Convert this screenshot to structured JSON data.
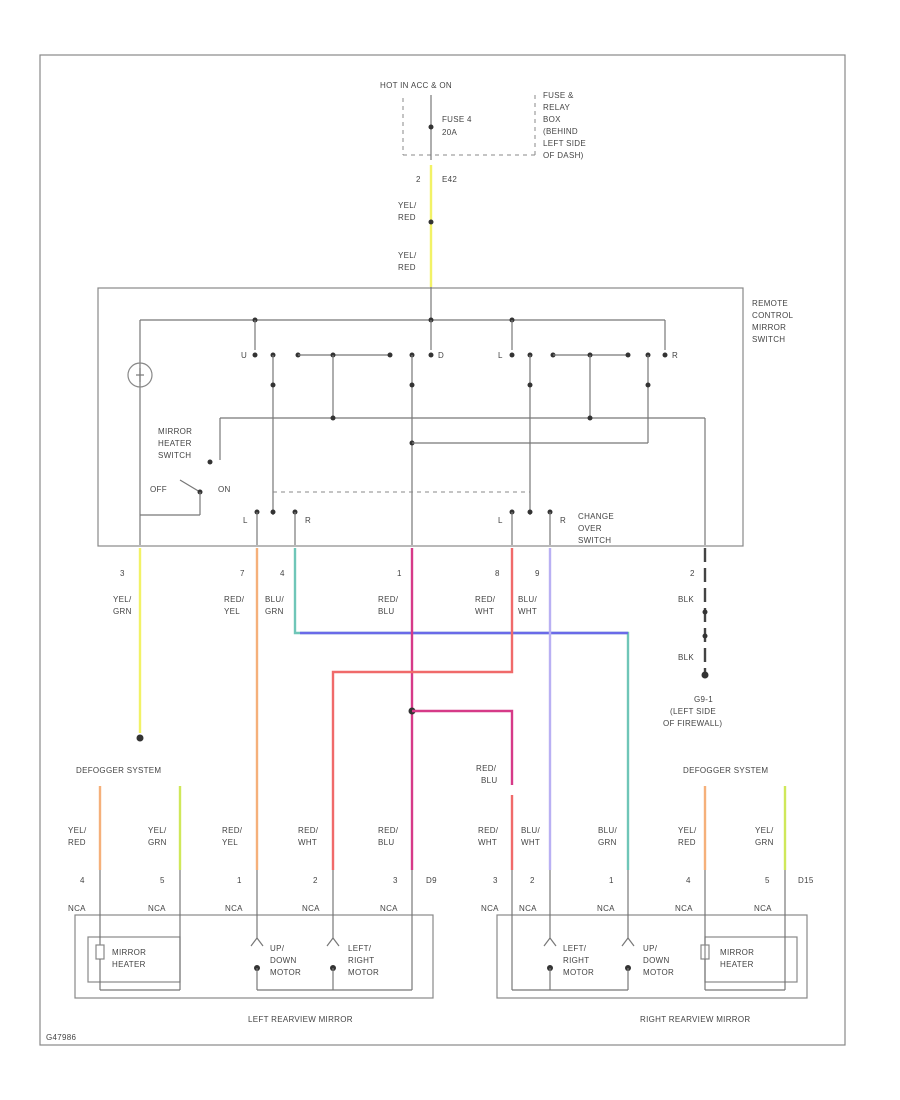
{
  "labels": {
    "hot": "HOT IN ACC & ON",
    "fuse_name": "FUSE 4",
    "fuse_amp": "20A",
    "fuse_box": [
      "FUSE &",
      "RELAY",
      "BOX",
      "(BEHIND",
      "LEFT SIDE",
      "OF DASH)"
    ],
    "pin_2_top": "2",
    "pin_e42": "E42",
    "yel_red": [
      "YEL/",
      "RED"
    ],
    "switch_name": [
      "REMOTE",
      "CONTROL",
      "MIRROR",
      "SWITCH"
    ],
    "heater_switch": [
      "MIRROR",
      "HEATER",
      "SWITCH"
    ],
    "off": "OFF",
    "on": "ON",
    "u": "U",
    "d": "D",
    "l": "L",
    "r": "R",
    "change_over": [
      "CHANGE",
      "OVER",
      "SWITCH"
    ],
    "pins_top": [
      "3",
      "7",
      "4",
      "1",
      "8",
      "9",
      "2"
    ],
    "wire_labels": {
      "yel_grn": [
        "YEL/",
        "GRN"
      ],
      "red_yel": [
        "RED/",
        "YEL"
      ],
      "blu_grn": [
        "BLU/",
        "GRN"
      ],
      "red_blu": [
        "RED/",
        "BLU"
      ],
      "red_wht": [
        "RED/",
        "WHT"
      ],
      "blu_wht": [
        "BLU/",
        "WHT"
      ],
      "blk": "BLK"
    },
    "ground": [
      "G9-1",
      "(LEFT SIDE",
      "OF FIREWALL)"
    ],
    "defogger": "DEFOGGER SYSTEM",
    "left_pins": [
      "4",
      "5",
      "1",
      "2",
      "3"
    ],
    "right_pins": [
      "3",
      "2",
      "1",
      "4",
      "5"
    ],
    "conn_d9": "D9",
    "conn_d15": "D15",
    "nca": "NCA",
    "mirror_heater": [
      "MIRROR",
      "HEATER"
    ],
    "updown_motor": [
      "UP/",
      "DOWN",
      "MOTOR"
    ],
    "leftright_motor": [
      "LEFT/",
      "RIGHT",
      "MOTOR"
    ],
    "left_mirror": "LEFT REARVIEW MIRROR",
    "right_mirror": "RIGHT REARVIEW MIRROR",
    "figure_id": "G47986"
  },
  "colors": {
    "yellow": "#f2f266",
    "orange": "#f5b07a",
    "teal": "#6fc6b8",
    "magenta": "#d63a88",
    "red": "#f06a6a",
    "lavender": "#b9b0f3",
    "blue": "#6a6ae8",
    "lime": "#cfe85a",
    "gray": "#777777"
  }
}
